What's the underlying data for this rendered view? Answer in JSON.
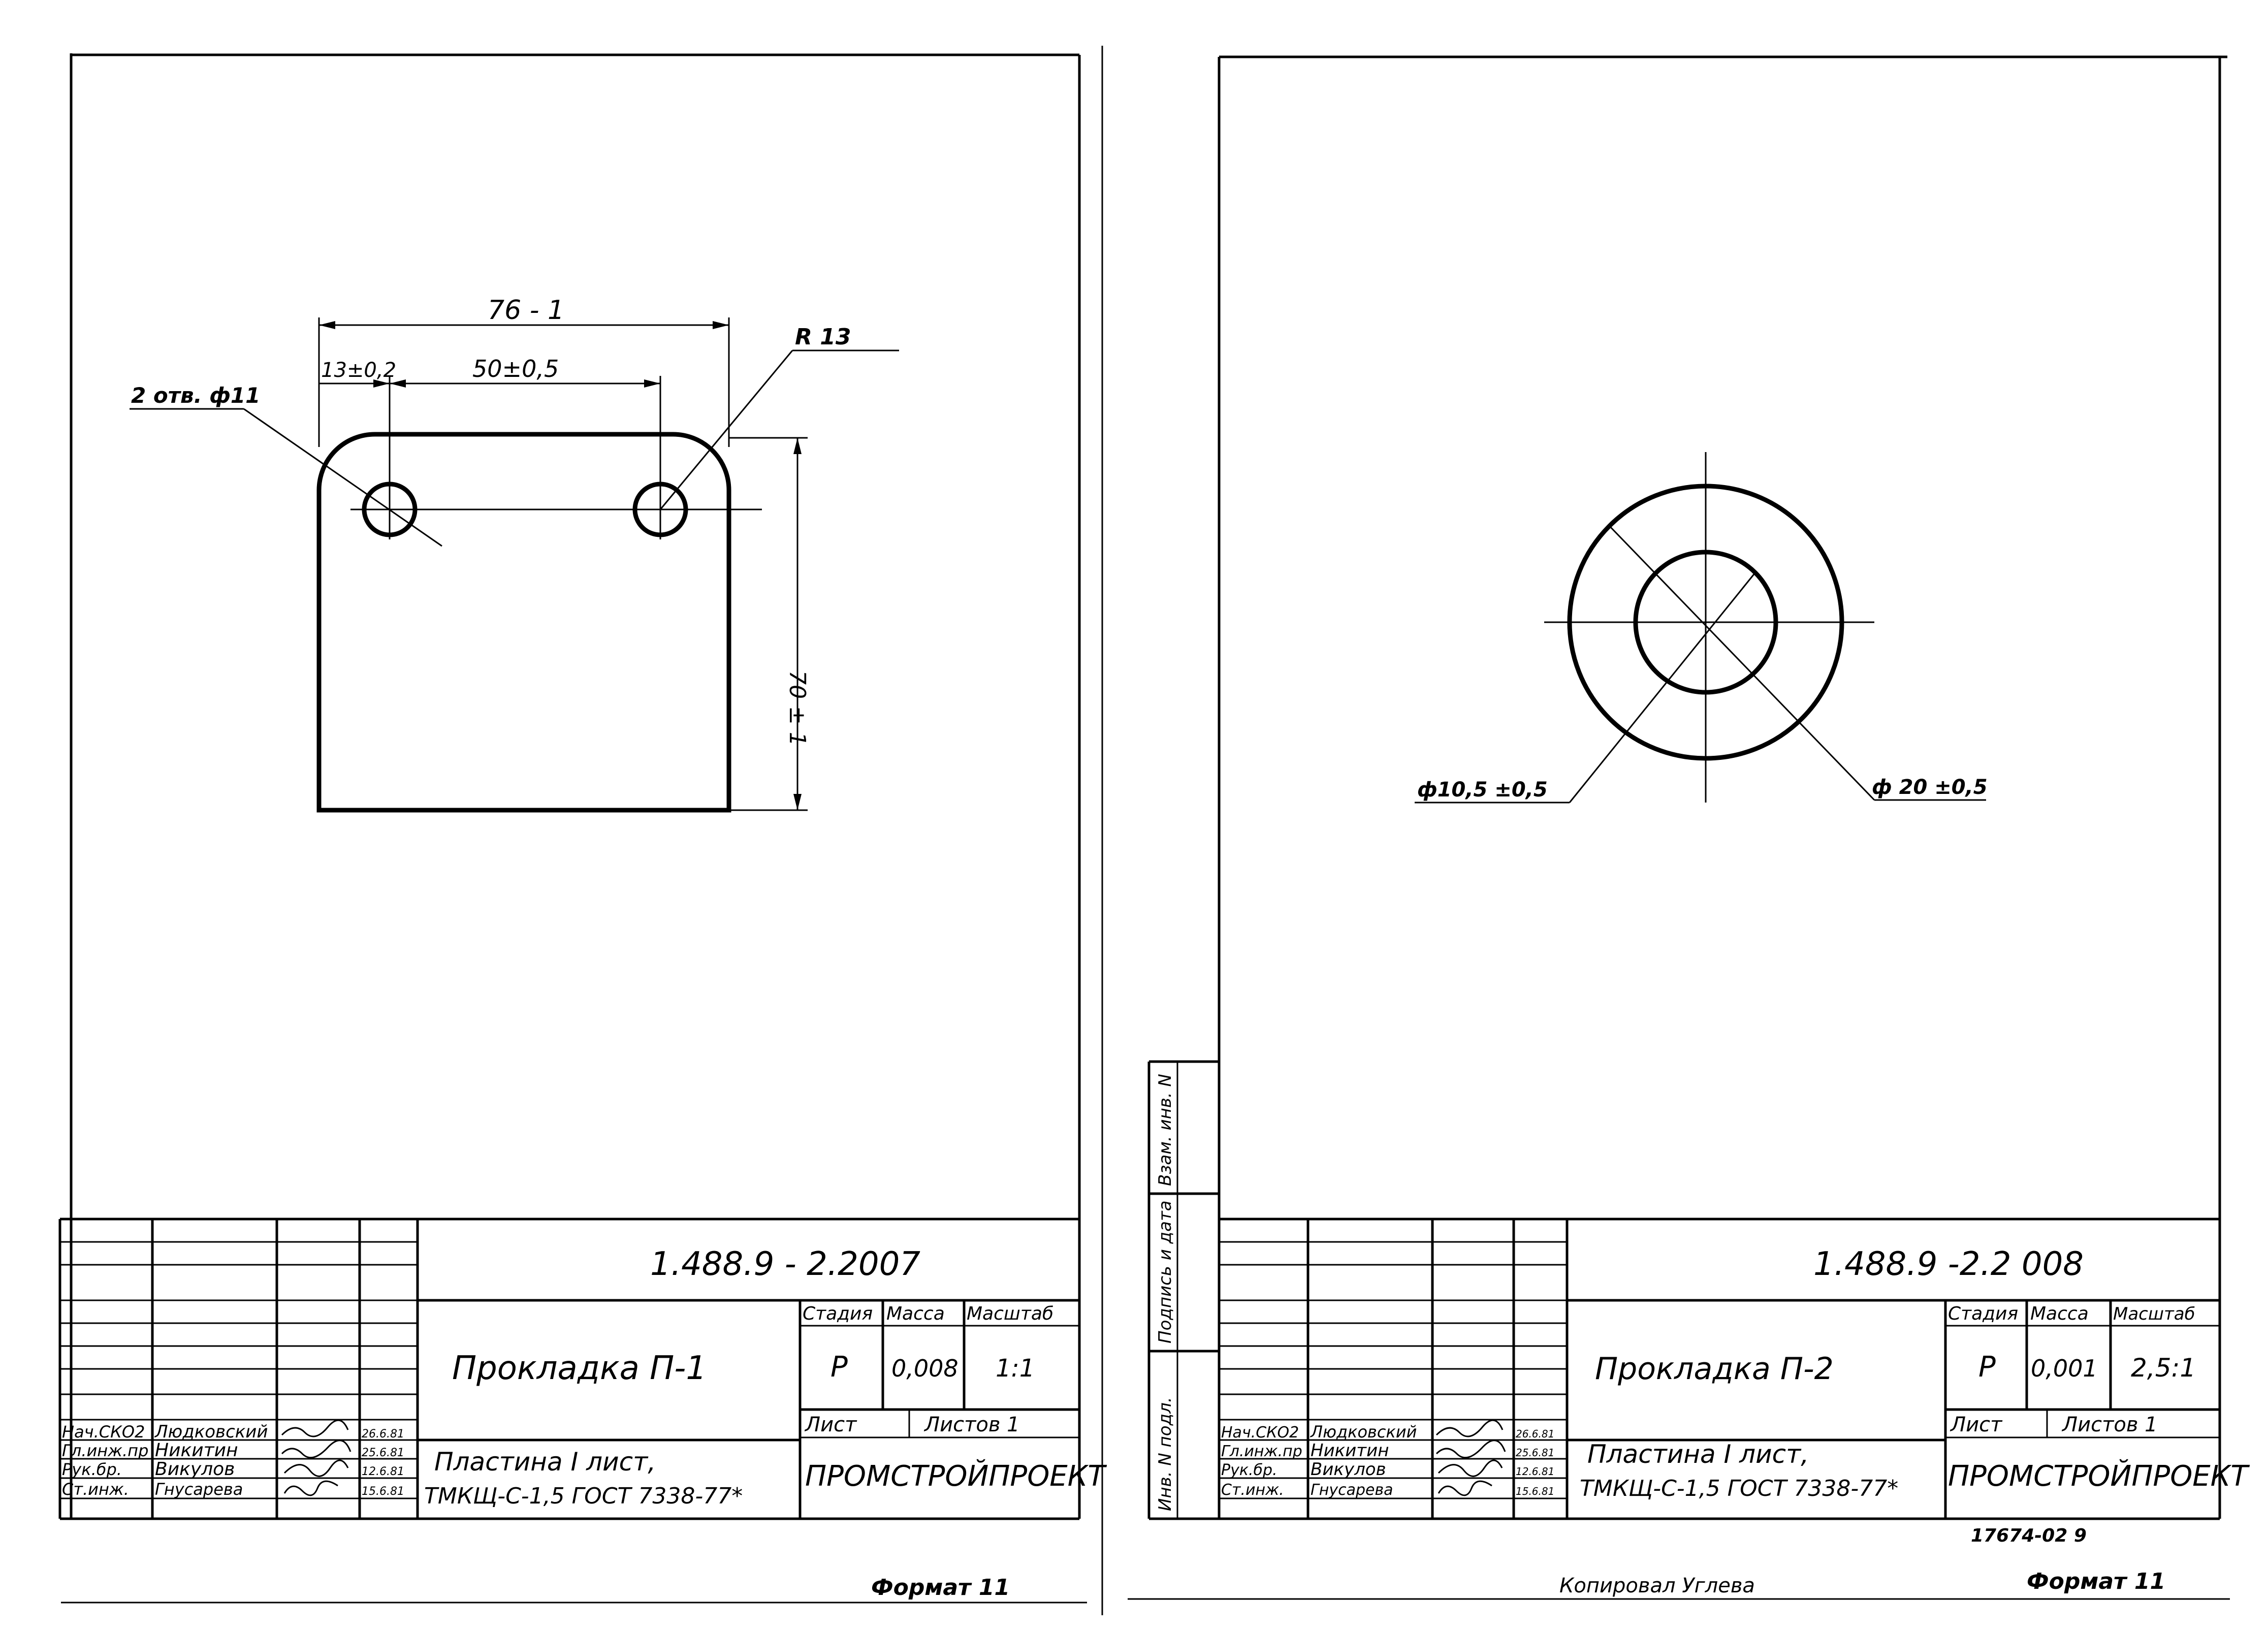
{
  "left_sheet": {
    "designation": "1.488.9 - 2.2007",
    "part_name": "Прокладка П-1",
    "material_line1": "Пластина I лист,",
    "material_line2": "ТМКЩ-С-1,5 ГОСТ 7338-77*",
    "organization": "ПРОМСТРОЙПРОЕКТ",
    "headers": {
      "stage": "Стадия",
      "mass": "Масса",
      "scale": "Масштаб",
      "sheet": "Лист",
      "sheets": "Листов 1"
    },
    "values": {
      "stage": "Р",
      "mass": "0,008",
      "scale": "1:1"
    },
    "signatures": [
      {
        "role": "Нач.СКО2",
        "name": "Людковский",
        "date": "26.6.81"
      },
      {
        "role": "Гл.инж.пр",
        "name": "Никитин",
        "date": "25.6.81"
      },
      {
        "role": "Рук.бр.",
        "name": "Викулов",
        "date": "12.6.81"
      },
      {
        "role": "Ст.инж.",
        "name": "Гнусарева",
        "date": "15.6.81"
      }
    ],
    "dims": {
      "overall": "76 - 1",
      "edge": "13±0,2",
      "between": "50±0,5",
      "radius": "R 13",
      "holes": "2 отв. ф11",
      "height": "70 ± 1"
    },
    "format": "Формат 11"
  },
  "right_sheet": {
    "designation": "1.488.9 -2.2 008",
    "part_name": "Прокладка П-2",
    "material_line1": "Пластина I лист,",
    "material_line2": "ТМКЩ-С-1,5 ГОСТ 7338-77*",
    "organization": "ПРОМСТРОЙПРОЕКТ",
    "headers": {
      "stage": "Стадия",
      "mass": "Масса",
      "scale": "Масштаб",
      "sheet": "Лист",
      "sheets": "Листов 1"
    },
    "values": {
      "stage": "Р",
      "mass": "0,001",
      "scale": "2,5:1"
    },
    "signatures": [
      {
        "role": "Нач.СКО2",
        "name": "Людковский",
        "date": "26.6.81"
      },
      {
        "role": "Гл.инж.пр",
        "name": "Никитин",
        "date": "25.6.81"
      },
      {
        "role": "Рук.бр.",
        "name": "Викулов",
        "date": "12.6.81"
      },
      {
        "role": "Ст.инж.",
        "name": "Гнусарева",
        "date": "15.6.81"
      }
    ],
    "dims": {
      "inner": "ф10,5 ±0,5",
      "outer": "ф 20 ±0,5"
    },
    "side_labels": {
      "inv_podl": "Инв. N подл.",
      "podpis": "Подпись и дата",
      "vzam": "Взам. инв. N"
    },
    "stamp_number": "17674-02  9",
    "copied_by": "Копировал Углева",
    "format": "Формат 11"
  }
}
